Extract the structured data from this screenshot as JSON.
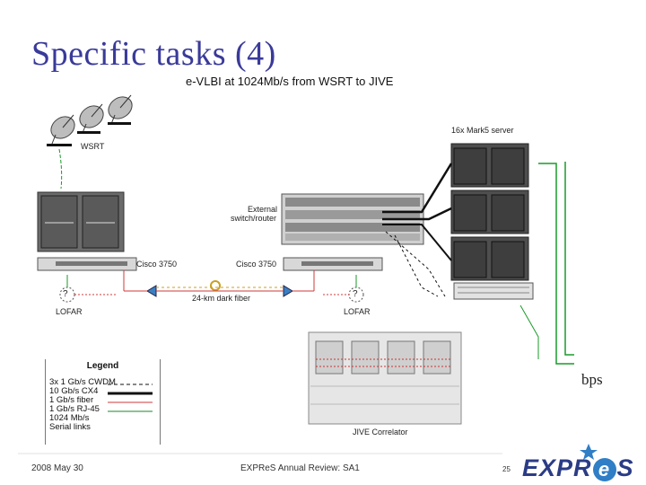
{
  "slide": {
    "title": "Specific tasks (4)",
    "subtitle": "e-VLBI at 1024Mb/s from WSRT to JIVE",
    "fragment": "bps",
    "footer": {
      "date": "2008 May 30",
      "center": "EXPReS Annual Review: SA1",
      "page": "25"
    },
    "logo": {
      "left": "EXPR",
      "circle": "e",
      "right": "S"
    }
  },
  "labels": {
    "wsrt": "WSRT",
    "mark5": "16x Mark5 server",
    "external_switch_line1": "External",
    "external_switch_line2": "switch/router",
    "cisco_left": "Cisco 3750",
    "cisco_right": "Cisco 3750",
    "dark_fiber": "24-km dark fiber",
    "lofar_left": "LOFAR",
    "lofar_right": "LOFAR",
    "correlator": "JIVE Correlator",
    "q_left": "?",
    "q_right": "?"
  },
  "legend": {
    "title": "Legend",
    "items": [
      {
        "label": "3x 1 Gb/s CWDM",
        "color": "#111111",
        "style": "dashed"
      },
      {
        "label": "10 Gb/s CX4",
        "color": "#111111",
        "style": "thick"
      },
      {
        "label": "1 Gb/s fiber",
        "color": "#d23a3a",
        "style": "solid"
      },
      {
        "label": "1 Gb/s RJ-45",
        "color": "#1a8a2a",
        "style": "solid"
      },
      {
        "label": "1024 Mb/s",
        "color": "",
        "style": "none"
      },
      {
        "label": "Serial links",
        "color": "",
        "style": "none"
      }
    ]
  },
  "colors": {
    "title": "#3a3a9a",
    "green_link": "#1a9a2a",
    "fiber": "#d23a3a",
    "logo_text": "#2b3c86",
    "logo_circle": "#2f7ec6"
  },
  "icons": [
    "satellite-dish-icon",
    "rack-icon",
    "switch-icon",
    "fiber-connector-icon",
    "star-icon"
  ]
}
